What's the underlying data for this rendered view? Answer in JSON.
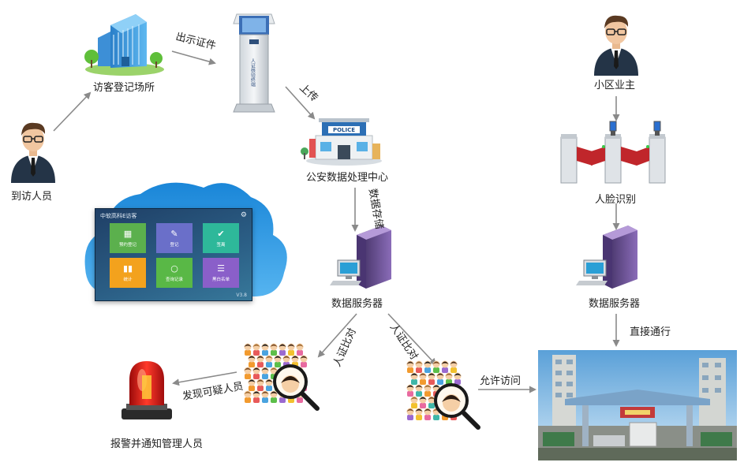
{
  "nodes": {
    "visitor": "到访人员",
    "reg_place": "访客登记场所",
    "police": "公安数据处理中心",
    "server_mid": "数据服务器",
    "alarm": "报警并通知管理人员",
    "resident": "小区业主",
    "face_rec": "人脸识别",
    "server_right": "数据服务器"
  },
  "edges": {
    "show_id": "出示证件",
    "upload": "上传",
    "data_store": "数据存储",
    "verify_left": "人证比对",
    "verify_right": "人证比对",
    "found_suspect": "发现可疑人员",
    "allow_visit": "允许访问",
    "pass_direct": "直接通行"
  },
  "kiosk": {
    "label": "人证核验终端"
  },
  "police_sign": "POLICE",
  "app_panel": {
    "title": "中软高科E访客",
    "version": "V3.8",
    "tiles": [
      {
        "label": "预约登记",
        "color": "#5bb04d",
        "icon": "calendar-icon"
      },
      {
        "label": "登记",
        "color": "#6a6fc9",
        "icon": "edit-icon"
      },
      {
        "label": "签离",
        "color": "#2eb89a",
        "icon": "check-icon"
      },
      {
        "label": "统计",
        "color": "#f3a21d",
        "icon": "bar-chart-icon"
      },
      {
        "label": "查询记录",
        "color": "#59b846",
        "icon": "magnifier-icon"
      },
      {
        "label": "黑白名单",
        "color": "#8a5fc9",
        "icon": "list-icon"
      }
    ]
  }
}
